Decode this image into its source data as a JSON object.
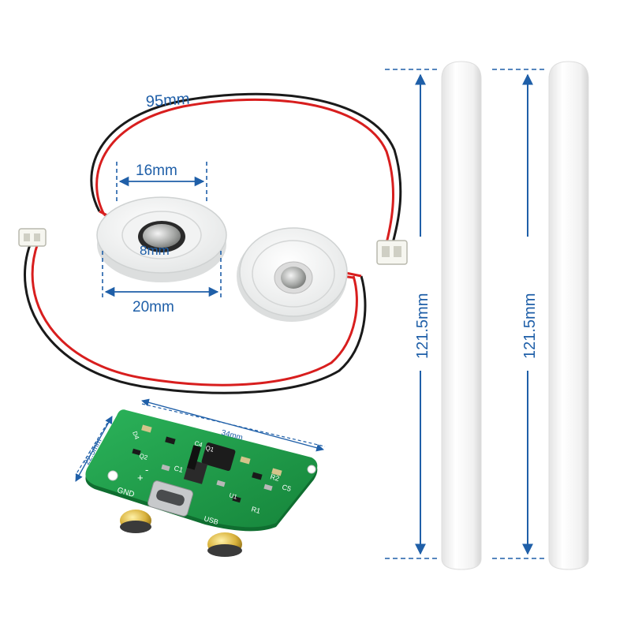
{
  "dimensions": {
    "cable_length": "95mm",
    "disc_inner_diameter": "16mm",
    "disc_center_diameter": "8mm",
    "disc_outer_diameter": "20mm",
    "board_width": "34mm",
    "board_height": "22.5mm",
    "stick_left_length": "121.5mm",
    "stick_right_length": "121.5mm"
  },
  "pcb_labels": {
    "gnd": "GND",
    "plus": "+",
    "minus": "-",
    "usb": "USB",
    "r1": "R1",
    "r2": "R2",
    "c1": "C1",
    "c5": "C5",
    "c4": "C4",
    "q1": "Q1",
    "q2": "Q2",
    "d4": "D4",
    "u1": "U1"
  },
  "colors": {
    "dimension": "#1f5fa8",
    "pcb": "#1f9e4a",
    "wire_red": "#d81e1e",
    "wire_black": "#1a1a1a",
    "stick": "#f4f4f4"
  }
}
